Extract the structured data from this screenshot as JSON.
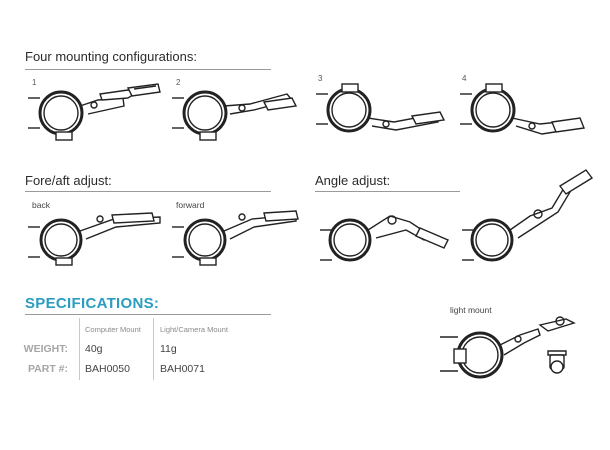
{
  "sections": {
    "mounting": {
      "title": "Four mounting configurations:",
      "items": [
        "1",
        "2",
        "3",
        "4"
      ]
    },
    "fore_aft": {
      "title": "Fore/aft adjust:",
      "back": "back",
      "forward": "forward"
    },
    "angle": {
      "title": "Angle adjust:"
    }
  },
  "specs": {
    "title": "SPECIFICATIONS:",
    "columns": [
      "Computer Mount",
      "Light/Camera Mount"
    ],
    "rows": [
      {
        "label": "WEIGHT:",
        "values": [
          "40g",
          "11g"
        ]
      },
      {
        "label": "PART #:",
        "values": [
          "BAH0050",
          "BAH0071"
        ]
      }
    ]
  },
  "light_mount": {
    "label": "light mount"
  }
}
